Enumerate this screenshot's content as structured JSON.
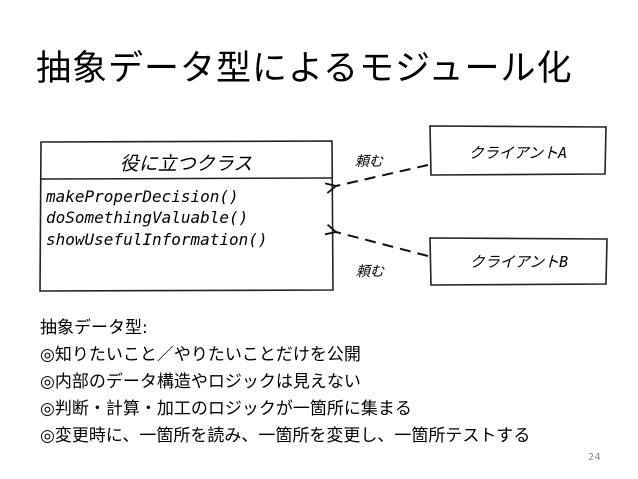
{
  "slide": {
    "title": "抽象データ型によるモジュール化",
    "page_number": "24"
  },
  "diagram": {
    "class_name": "役に立つクラス",
    "methods": [
      "makeProperDecision()",
      "doSomethingValuable()",
      "showUsefulInformation()"
    ],
    "clients": [
      {
        "name": "クライアントA",
        "relation": "頼む"
      },
      {
        "name": "クライアントB",
        "relation": "頼む"
      }
    ]
  },
  "body": {
    "lines": [
      "抽象データ型:",
      "◎知りたいこと／やりたいことだけを公開",
      "◎内部のデータ構造やロジックは見えない",
      "◎判断・計算・加工のロジックが一箇所に集まる",
      "◎変更時に、一箇所を読み、一箇所を変更し、一箇所テストする"
    ]
  }
}
